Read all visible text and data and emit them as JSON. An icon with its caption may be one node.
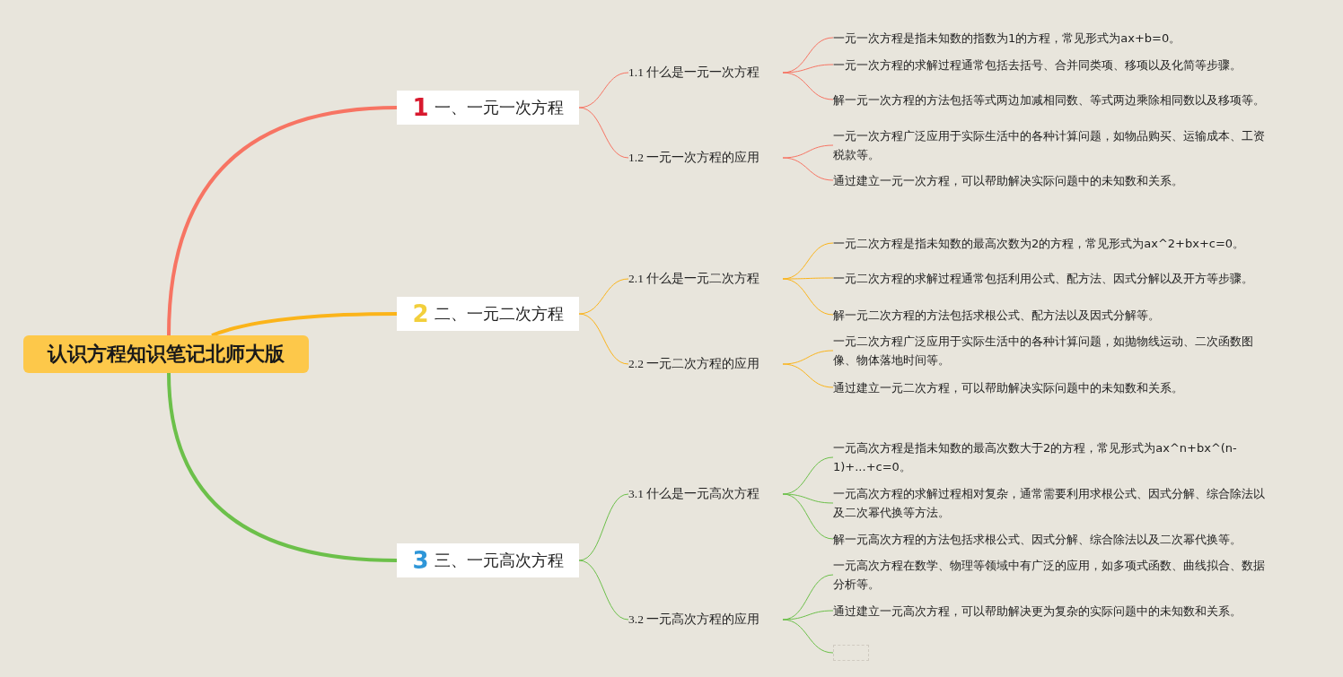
{
  "diagram": {
    "nodes": [
      {
        "text": [
          "认识方程知识笔记北师大版"
        ]
      },
      {
        "text": [
          "1",
          "一、一元一次方程"
        ]
      },
      {
        "text": [
          "1.1 什么是一元一次方程"
        ]
      },
      {
        "text": [
          "一元一次方程是指未知数的指数为1的方程，常见形式为ax+b=0。"
        ]
      },
      {
        "text": [
          "一元一次方程的求解过程通常包括去括号、合并同类项、移项以及化简等步骤。"
        ]
      },
      {
        "text": [
          "解一元一次方程的方法包括等式两边加减相同数、等式两边乘除相同数以及移项等。"
        ]
      },
      {
        "text": [
          "1.2 一元一次方程的应用"
        ]
      },
      {
        "text": [
          "一元一次方程广泛应用于实际生活中的各种计算问题，如物品购买、运输成本、工资税款等。"
        ]
      },
      {
        "text": [
          "通过建立一元一次方程，可以帮助解决实际问题中的未知数和关系。"
        ]
      },
      {
        "text": [
          "2",
          "二、一元二次方程"
        ]
      },
      {
        "text": [
          "2.1 什么是一元二次方程"
        ]
      },
      {
        "text": [
          "一元二次方程是指未知数的最高次数为2的方程，常见形式为ax^2+bx+c=0。"
        ]
      },
      {
        "text": [
          "一元二次方程的求解过程通常包括利用公式、配方法、因式分解以及开方等步骤。"
        ]
      },
      {
        "text": [
          "解一元二次方程的方法包括求根公式、配方法以及因式分解等。"
        ]
      },
      {
        "text": [
          "2.2 一元二次方程的应用"
        ]
      },
      {
        "text": [
          "一元二次方程广泛应用于实际生活中的各种计算问题，如抛物线运动、二次函数图像、物体落地时间等。"
        ]
      },
      {
        "text": [
          "通过建立一元二次方程，可以帮助解决实际问题中的未知数和关系。"
        ]
      },
      {
        "text": [
          "3",
          "三、一元高次方程"
        ]
      },
      {
        "text": [
          "3.1 什么是一元高次方程"
        ]
      },
      {
        "text": [
          "一元高次方程是指未知数的最高次数大于2的方程，常见形式为ax^n+bx^(n-1)+...+c=0。"
        ]
      },
      {
        "text": [
          "一元高次方程的求解过程相对复杂，通常需要利用求根公式、因式分解、综合除法以及二次幂代换等方法。"
        ]
      },
      {
        "text": [
          "解一元高次方程的方法包括求根公式、因式分解、综合除法以及二次幂代换等。"
        ]
      },
      {
        "text": [
          "3.2 一元高次方程的应用"
        ]
      },
      {
        "text": [
          "一元高次方程在数学、物理等领域中有广泛的应用，如多项式函数、曲线拟合、数据分析等。"
        ]
      },
      {
        "text": [
          "通过建立一元高次方程，可以帮助解决更为复杂的实际问题中的未知数和关系。"
        ]
      },
      {
        "text": [],
        "shape": "box"
      }
    ],
    "edges": [
      {
        "from": 0,
        "to": 1,
        "arrow": "none",
        "style": "thick",
        "color": "#f77463"
      },
      {
        "from": 1,
        "to": 2,
        "arrow": "none",
        "color": "#f77463"
      },
      {
        "from": 2,
        "to": 3,
        "arrow": "none",
        "color": "#f77463"
      },
      {
        "from": 2,
        "to": 4,
        "arrow": "none",
        "color": "#f77463"
      },
      {
        "from": 2,
        "to": 5,
        "arrow": "none",
        "color": "#f77463"
      },
      {
        "from": 1,
        "to": 6,
        "arrow": "none",
        "color": "#f77463"
      },
      {
        "from": 6,
        "to": 7,
        "arrow": "none",
        "color": "#f77463"
      },
      {
        "from": 6,
        "to": 8,
        "arrow": "none",
        "color": "#f77463"
      },
      {
        "from": 0,
        "to": 9,
        "arrow": "none",
        "style": "thick",
        "color": "#fbb41a"
      },
      {
        "from": 9,
        "to": 10,
        "arrow": "none",
        "color": "#fbb41a"
      },
      {
        "from": 10,
        "to": 11,
        "arrow": "none",
        "color": "#fbb41a"
      },
      {
        "from": 10,
        "to": 12,
        "arrow": "none",
        "color": "#fbb41a"
      },
      {
        "from": 10,
        "to": 13,
        "arrow": "none",
        "color": "#fbb41a"
      },
      {
        "from": 9,
        "to": 14,
        "arrow": "none",
        "color": "#fbb41a"
      },
      {
        "from": 14,
        "to": 15,
        "arrow": "none",
        "color": "#fbb41a"
      },
      {
        "from": 14,
        "to": 16,
        "arrow": "none",
        "color": "#fbb41a"
      },
      {
        "from": 0,
        "to": 17,
        "arrow": "none",
        "style": "thick"
      },
      {
        "from": 17,
        "to": 18,
        "arrow": "none"
      },
      {
        "from": 18,
        "to": 19,
        "arrow": "none"
      },
      {
        "from": 18,
        "to": 20,
        "arrow": "none"
      },
      {
        "from": 18,
        "to": 21,
        "arrow": "none"
      },
      {
        "from": 17,
        "to": 22,
        "arrow": "none"
      },
      {
        "from": 22,
        "to": 23,
        "arrow": "none"
      },
      {
        "from": 22,
        "to": 24,
        "arrow": "none"
      },
      {
        "from": 22,
        "to": 25,
        "arrow": "none"
      }
    ]
  }
}
